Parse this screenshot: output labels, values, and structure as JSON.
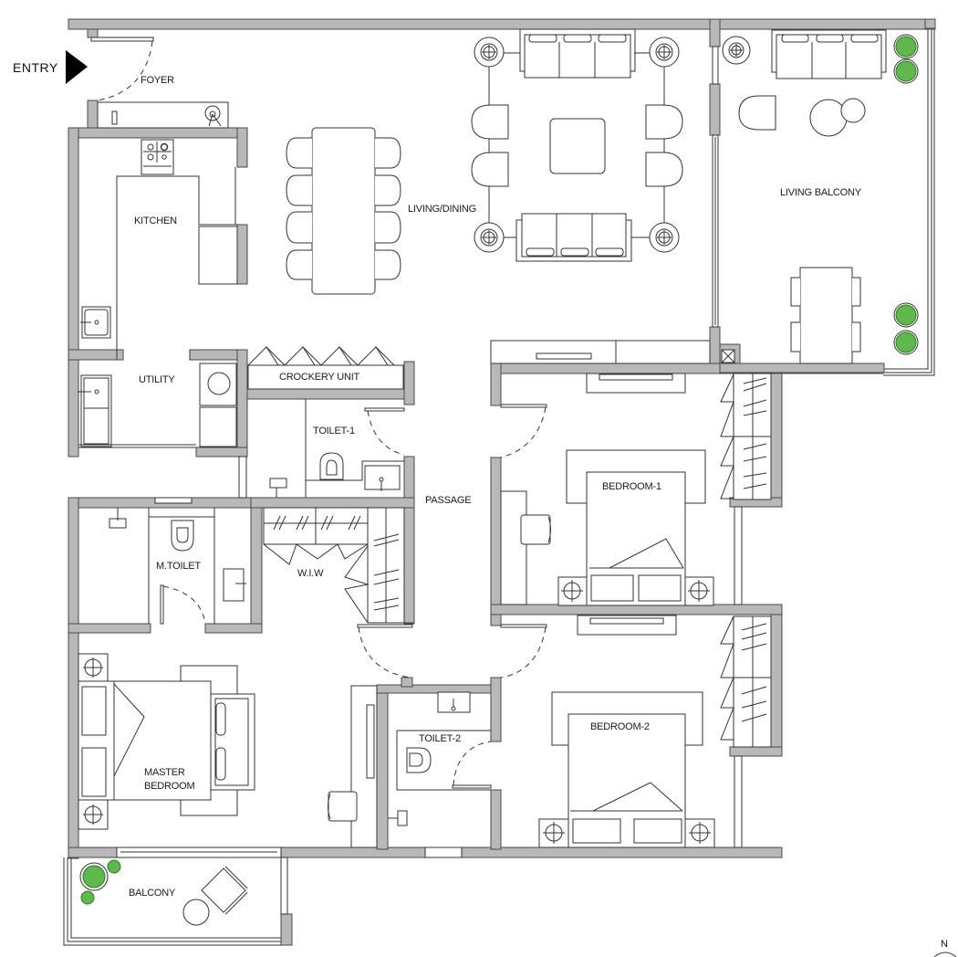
{
  "plan": {
    "entry_label": "ENTRY",
    "north_label": "N",
    "rooms": {
      "foyer": "FOYER",
      "kitchen": "KITCHEN",
      "living_dining": "LIVING/DINING",
      "living_balcony": "LIVING BALCONY",
      "utility": "UTILITY",
      "crockery_unit": "CROCKERY UNIT",
      "toilet_1": "TOILET-1",
      "passage": "PASSAGE",
      "bedroom_1": "BEDROOM-1",
      "m_toilet": "M.TOILET",
      "wiw": "W.I.W",
      "master_bedroom_line1": "MASTER",
      "master_bedroom_line2": "BEDROOM",
      "toilet_2": "TOILET-2",
      "bedroom_2": "BEDROOM-2",
      "balcony": "BALCONY"
    },
    "colors": {
      "wall_fill": "#b8b8b8",
      "wall_stroke": "#4a4a4a",
      "line": "#333333",
      "plant": "#5fb84a"
    }
  }
}
